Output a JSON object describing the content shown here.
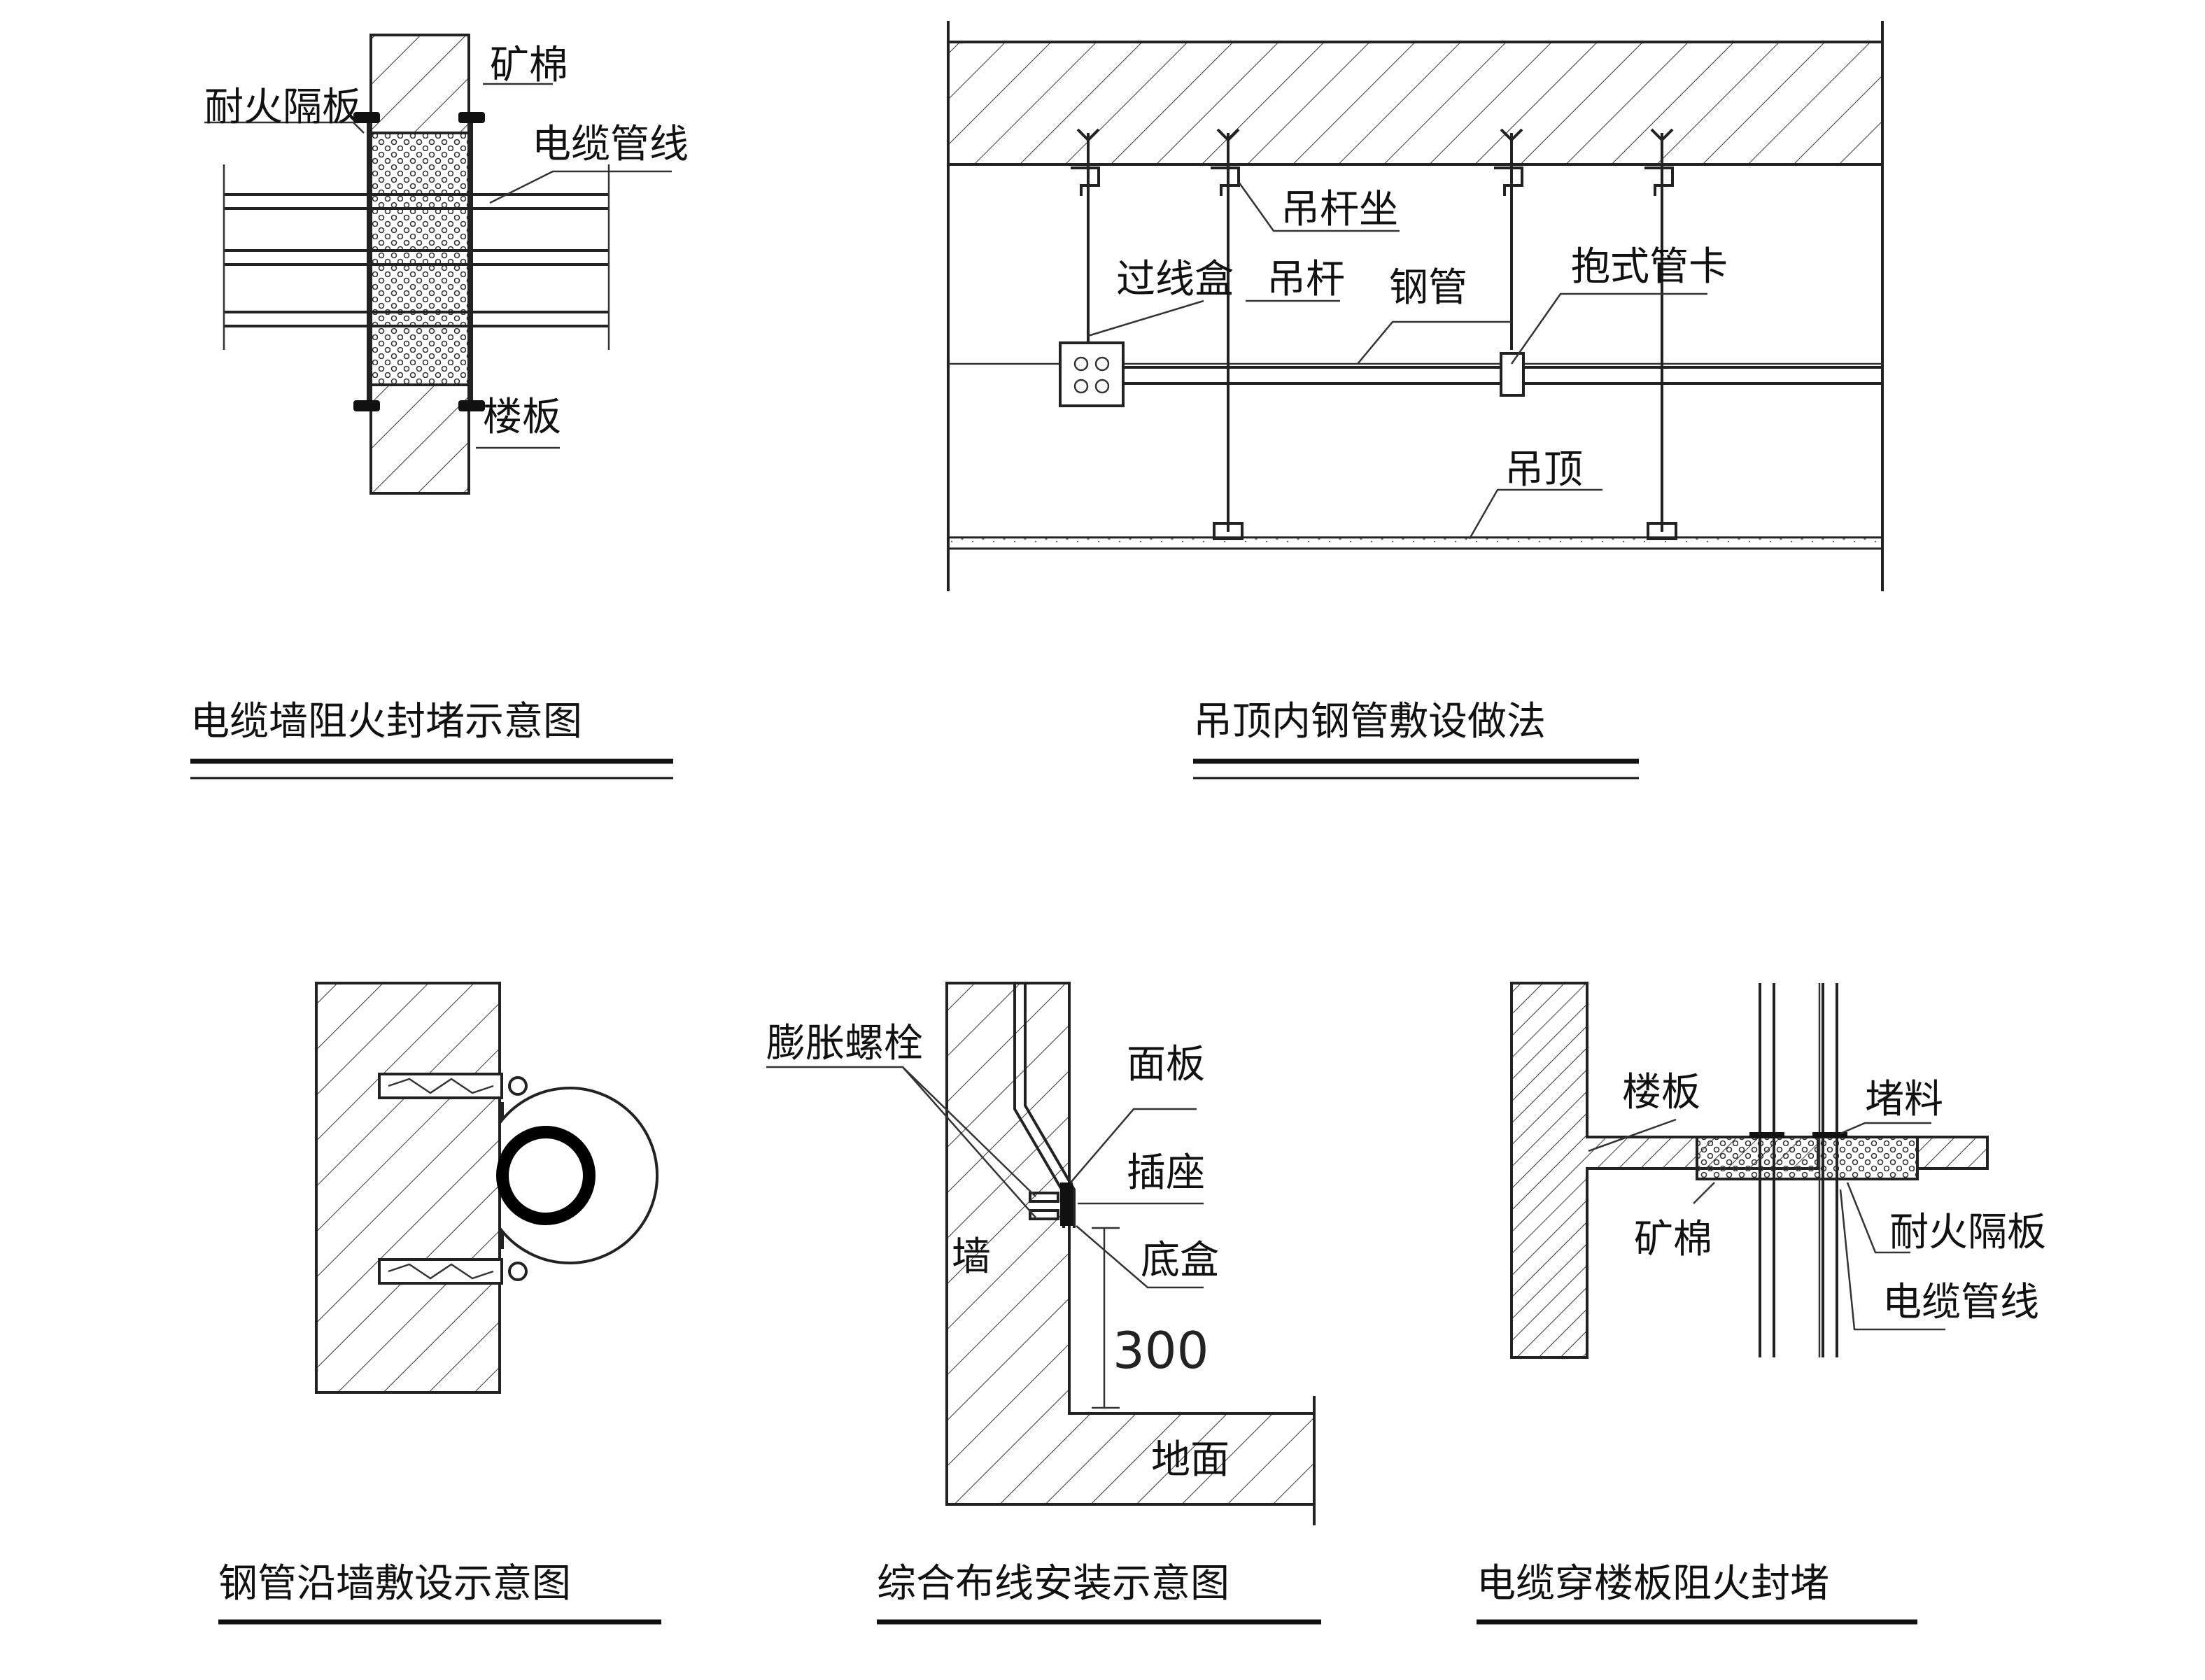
{
  "colors": {
    "line": "#222222",
    "background": "#ffffff"
  },
  "panel1": {
    "title": "电缆墙阻火封堵示意图",
    "labels": {
      "fire_board": "耐火隔板",
      "mineral_wool": "矿棉",
      "cable": "电缆管线",
      "floor_slab": "楼板"
    }
  },
  "panel2": {
    "title": "吊顶内钢管敷设做法",
    "labels": {
      "rod_seat": "吊杆坐",
      "junction_box": "过线盒",
      "rod": "吊杆",
      "steel_pipe": "钢管",
      "pipe_clamp": "抱式管卡",
      "ceiling": "吊顶"
    }
  },
  "panel3": {
    "title": "钢管沿墙敷设示意图"
  },
  "panel4": {
    "title": "综合布线安装示意图",
    "labels": {
      "expansion_bolt": "膨胀螺栓",
      "face_plate": "面板",
      "socket": "插座",
      "base_box": "底盒",
      "wall": "墙",
      "floor": "地面"
    },
    "dimension": "300"
  },
  "panel5": {
    "title": "电缆穿楼板阻火封堵",
    "labels": {
      "floor_slab": "楼板",
      "sealant": "堵料",
      "mineral_wool": "矿棉",
      "fire_board": "耐火隔板",
      "cable": "电缆管线"
    }
  }
}
